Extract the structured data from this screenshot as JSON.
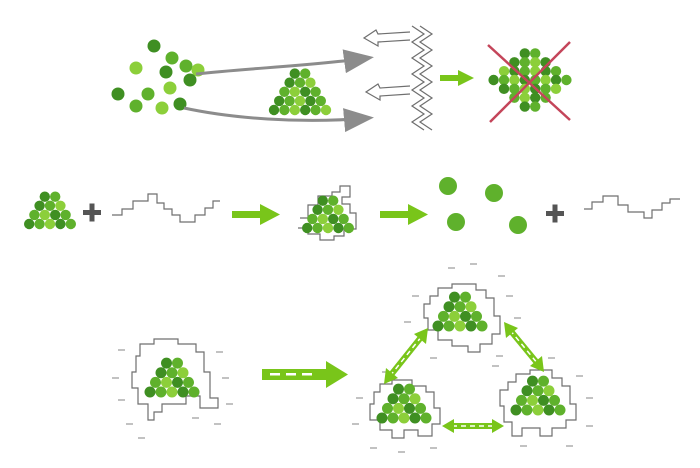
{
  "colors": {
    "dark_green": "#3f8f22",
    "mid_green": "#5fb12c",
    "light_green": "#8ccf3a",
    "arrow_green": "#79c51a",
    "outline_grey": "#6f6f6f",
    "cross_red": "#c4455a"
  },
  "icons": {
    "plus": "plus-icon",
    "process_arrow": "green-arrow-icon",
    "double_arrow": "double-headed-arrow-icon",
    "cross": "red-x-icon"
  },
  "panels": [
    {
      "id": "top",
      "description_free": true
    },
    {
      "id": "middle",
      "description_free": true
    },
    {
      "id": "bottom",
      "description_free": true
    }
  ]
}
